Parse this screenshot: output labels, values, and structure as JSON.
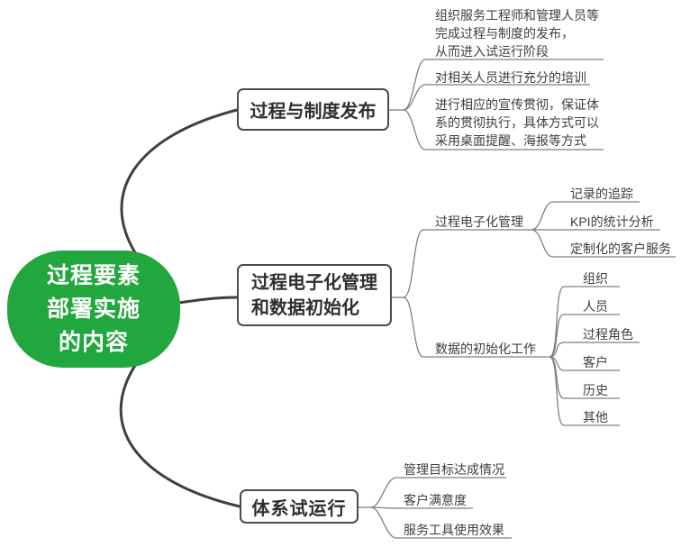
{
  "root": {
    "label": "过程要素\n部署实施\n的内容"
  },
  "branches": [
    {
      "label": "过程与制度发布",
      "leaves": [
        "组织服务工程师和管理人员等\n完成过程与制度的发布，\n从而进入试运行阶段",
        "对相关人员进行充分的培训",
        "进行相应的宣传贯彻，保证体\n系的贯彻执行，具体方式可以\n采用桌面提醒、海报等方式"
      ]
    },
    {
      "label": "过程电子化管理\n和数据初始化",
      "subbranches": [
        {
          "label": "过程电子化管理",
          "children": [
            "记录的追踪",
            "KPI的统计分析",
            "定制化的客户服务"
          ]
        },
        {
          "label": "数据的初始化工作",
          "children": [
            "组织",
            "人员",
            "过程角色",
            "客户",
            "历史",
            "其他"
          ]
        }
      ]
    },
    {
      "label": "体系试运行",
      "leaves": [
        "管理目标达成情况",
        "客户满意度",
        "服务工具使用效果"
      ]
    }
  ],
  "colors": {
    "root_fill": "#22a63e",
    "root_text": "#ffffff",
    "main_line": "#3f3f3f",
    "leaf_line": "#7f7f7f",
    "box_border": "#4b4b4b",
    "text": "#3e3e3e"
  }
}
